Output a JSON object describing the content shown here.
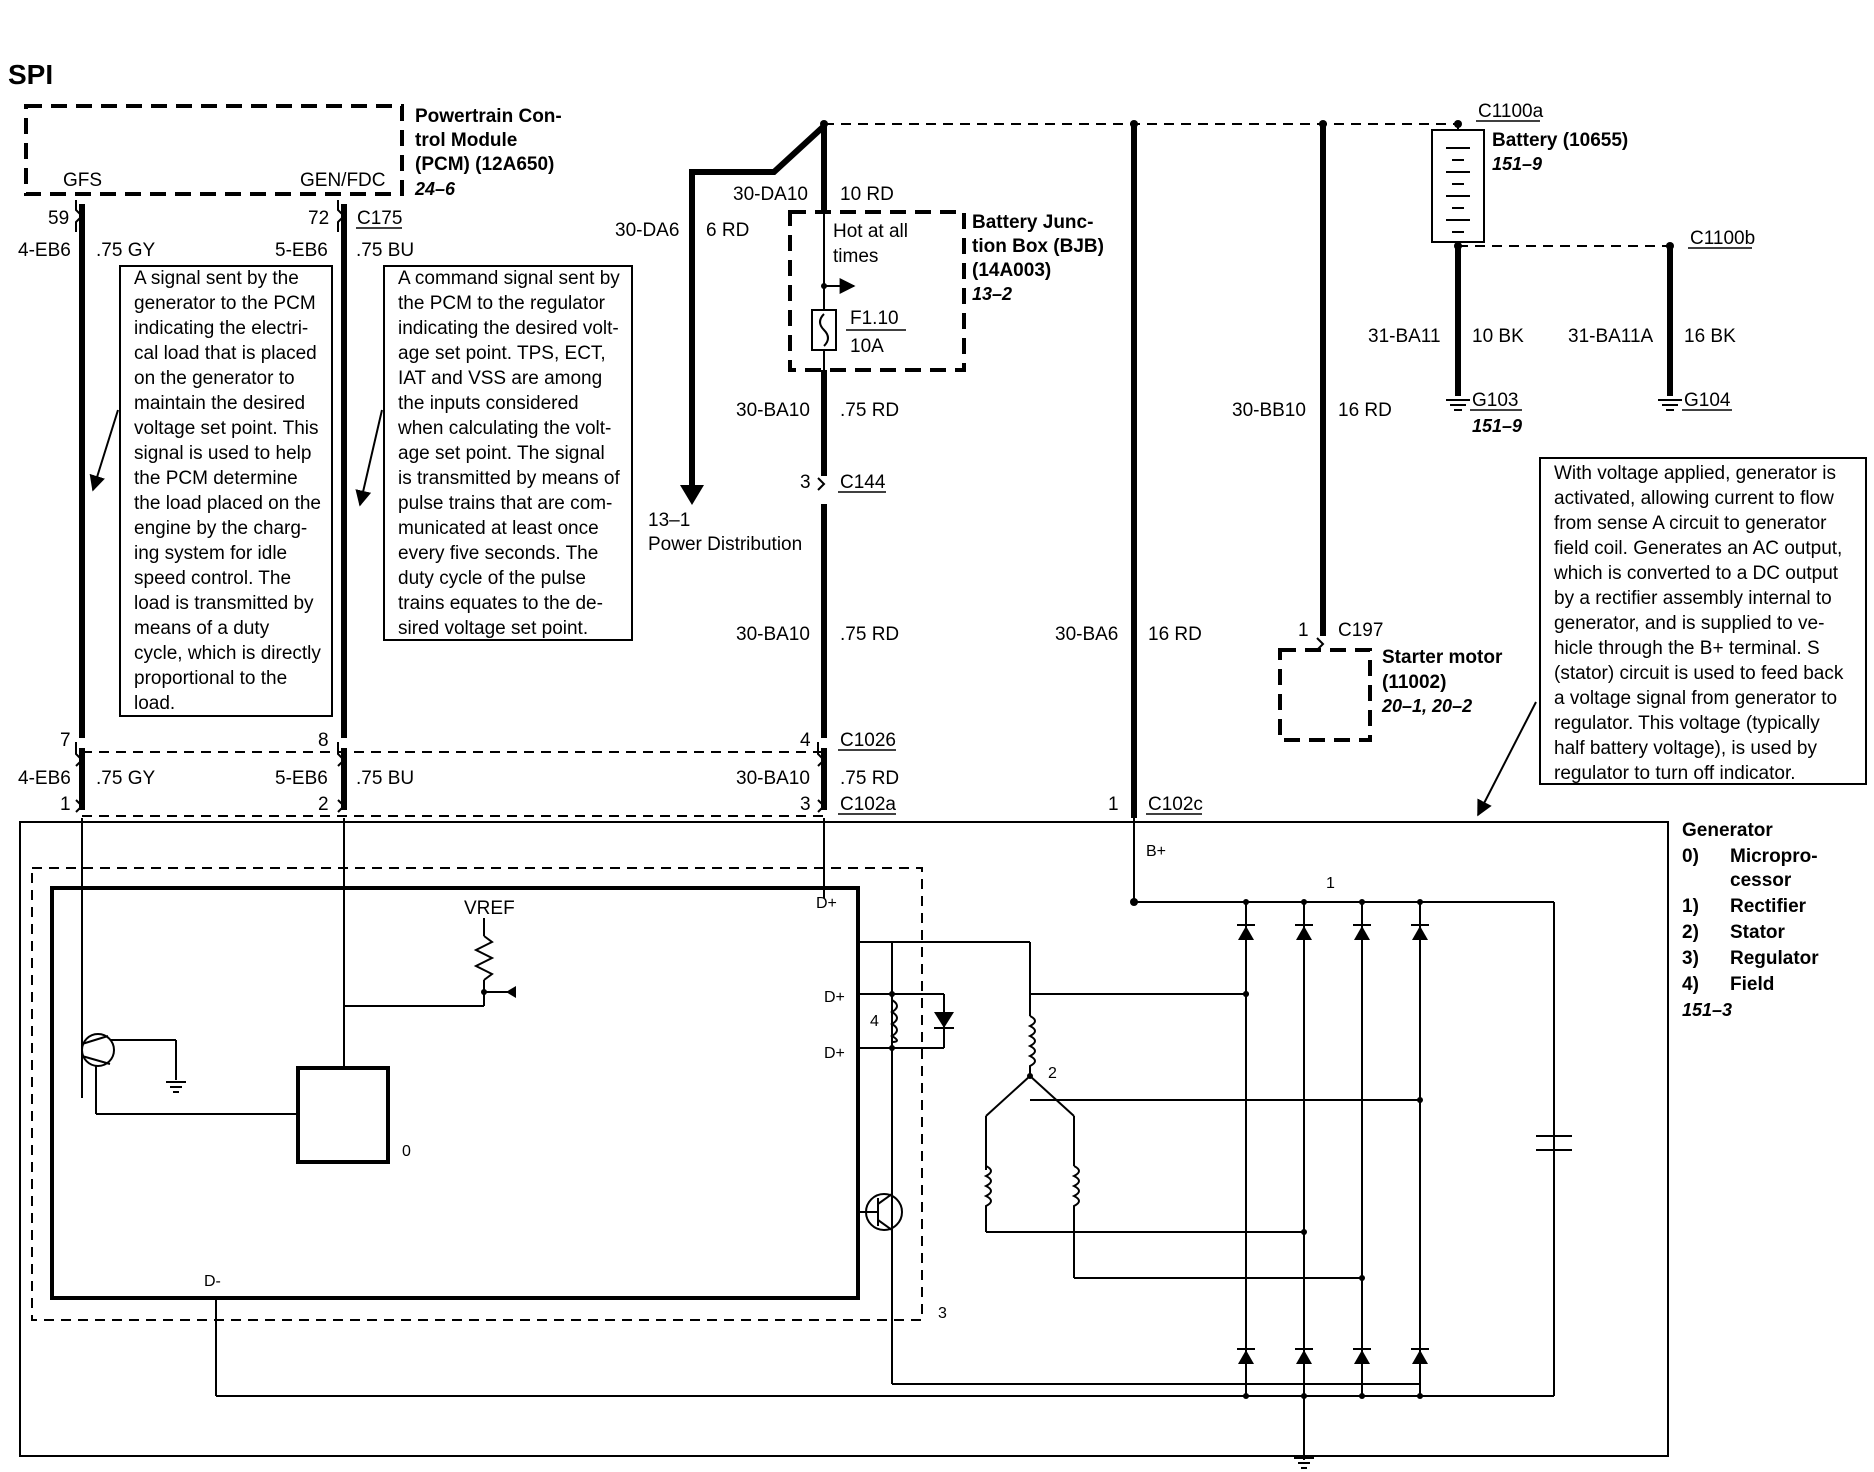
{
  "title": "SPI",
  "pcm": {
    "name_lines": [
      "Powertrain Con-",
      "trol Module",
      "(PCM) (12A650)"
    ],
    "page_ref": "24–6",
    "pin_gfs": "GFS",
    "pin_gen": "GEN/FDC",
    "pin_gfs_num": "59",
    "pin_gen_num": "72",
    "connector": "C175"
  },
  "wires": {
    "eb6_4": "4-EB6",
    "gy": ".75 GY",
    "eb6_5": "5-EB6",
    "bu": ".75 BU",
    "da10": "30-DA10",
    "rd10": "10 RD",
    "da6": "30-DA6",
    "rd6": "6 RD",
    "ba10": "30-BA10",
    "rd075": ".75 RD",
    "bb10": "30-BB10",
    "rd16": "16 RD",
    "ba6": "30-BA6",
    "ba11": "31-BA11",
    "bk10": "10 BK",
    "ba11a": "31-BA11A",
    "bk16": "16 BK"
  },
  "notes": {
    "gfs_lines": [
      "A signal sent by the",
      "generator to the PCM",
      "indicating the electri-",
      "cal load that is placed",
      "on the generator to",
      "maintain the desired",
      "voltage set point. This",
      "signal is used to help",
      "the PCM determine",
      "the load placed on the",
      "engine by the charg-",
      "ing system for idle",
      "speed control. The",
      "load is transmitted by",
      "means of a duty",
      "cycle, which is directly",
      "proportional to the",
      "load."
    ],
    "gen_lines": [
      "A command signal sent by",
      "the PCM to the regulator",
      "indicating the desired volt-",
      "age set point. TPS, ECT,",
      "IAT and VSS are among",
      "the inputs considered",
      "when calculating the volt-",
      "age set point. The signal",
      "is transmitted by means of",
      "pulse trains that are com-",
      "municated at least once",
      "every five seconds. The",
      "duty cycle of the pulse",
      "trains equates to the de-",
      "sired voltage set point."
    ],
    "generator_lines": [
      "With voltage applied, generator is",
      "activated, allowing current to flow",
      "from sense A circuit to generator",
      "field coil. Generates an AC output,",
      "which is converted to a DC output",
      "by a rectifier assembly internal to",
      "generator, and is supplied to ve-",
      "hicle through the B+ terminal. S",
      "(stator) circuit is used to feed back",
      "a voltage signal from generator to",
      "regulator. This voltage (typically",
      "half battery voltage), is used by",
      "regulator to turn off indicator."
    ]
  },
  "bjb": {
    "name_lines": [
      "Battery Junc-",
      "tion Box (BJB)",
      "(14A003)"
    ],
    "page_ref": "13–2",
    "hot_lines": [
      "Hot at all",
      "times"
    ],
    "fuse": "F1.10",
    "fuse_rating": "10A"
  },
  "power_dist": {
    "ref": "13–1",
    "label": "Power Distribution"
  },
  "battery": {
    "connector_a": "C1100a",
    "connector_b": "C1100b",
    "name": "Battery (10655)",
    "page_ref": "151–9"
  },
  "grounds": {
    "g103": "G103",
    "g103_ref": "151–9",
    "g104": "G104"
  },
  "starter": {
    "connector": "C197",
    "pin": "1",
    "name_lines": [
      "Starter motor",
      "(11002)"
    ],
    "page_ref": "20–1, 20–2"
  },
  "connectors": {
    "c144": "C144",
    "c144_pin": "3",
    "c1026": "C1026",
    "c1026_pin_a": "7",
    "c1026_pin_b": "8",
    "c1026_pin_c": "4",
    "c102a": "C102a",
    "c102a_pin_a": "1",
    "c102a_pin_b": "2",
    "c102a_pin_c": "3",
    "c102c": "C102c",
    "c102c_pin": "1"
  },
  "generator": {
    "title": "Generator",
    "legend": [
      {
        "num": "0)",
        "lines": [
          "Micropro-",
          "cessor"
        ]
      },
      {
        "num": "1)",
        "lines": [
          "Rectifier"
        ]
      },
      {
        "num": "2)",
        "lines": [
          "Stator"
        ]
      },
      {
        "num": "3)",
        "lines": [
          "Regulator"
        ]
      },
      {
        "num": "4)",
        "lines": [
          "Field"
        ]
      }
    ],
    "page_ref": "151–3",
    "bplus": "B+",
    "vref": "VREF",
    "dplus": "D+",
    "dminus": "D-",
    "callouts": {
      "micro": "0",
      "rect": "1",
      "stator": "2",
      "reg": "3",
      "field": "4"
    }
  }
}
